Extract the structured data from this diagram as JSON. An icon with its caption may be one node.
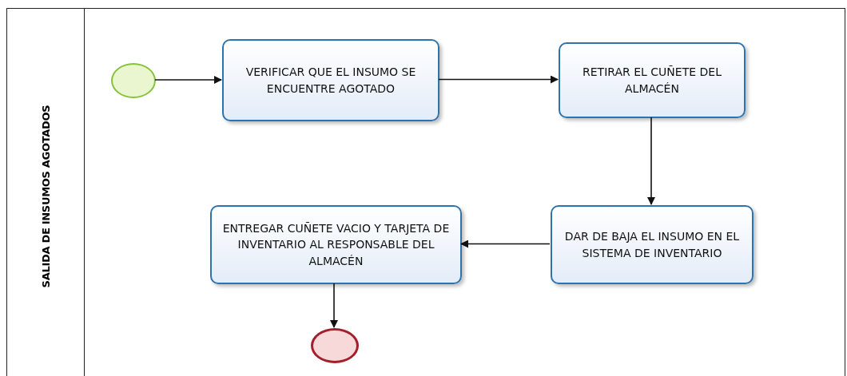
{
  "diagram": {
    "nodes": [
      {
        "text": [
          "SALIDA DE INSUMOS AGOTADOS"
        ]
      },
      {
        "text": [],
        "shape": "circle",
        "in": 0
      },
      {
        "text": [
          "VERIFICAR QUE EL INSUMO SE ENCUENTRE AGOTADO"
        ],
        "in": 0
      },
      {
        "text": [
          "RETIRAR EL CUÑETE DEL ALMACÉN"
        ],
        "in": 0
      },
      {
        "text": [
          "DAR DE BAJA EL INSUMO EN EL SISTEMA DE INVENTARIO"
        ],
        "in": 0
      },
      {
        "text": [
          "ENTREGAR CUÑETE VACIO Y TARJETA DE INVENTARIO AL RESPONSABLE DEL ALMACÉN"
        ],
        "in": 0
      },
      {
        "text": [],
        "shape": "circle",
        "in": 0
      }
    ],
    "edges": [
      {
        "from": 1,
        "to": 2,
        "arrow": "to"
      },
      {
        "from": 2,
        "to": 3,
        "arrow": "to"
      },
      {
        "from": 3,
        "to": 4,
        "arrow": "to"
      },
      {
        "from": 4,
        "to": 5,
        "arrow": "to"
      },
      {
        "from": 5,
        "to": 6,
        "arrow": "to"
      }
    ]
  }
}
